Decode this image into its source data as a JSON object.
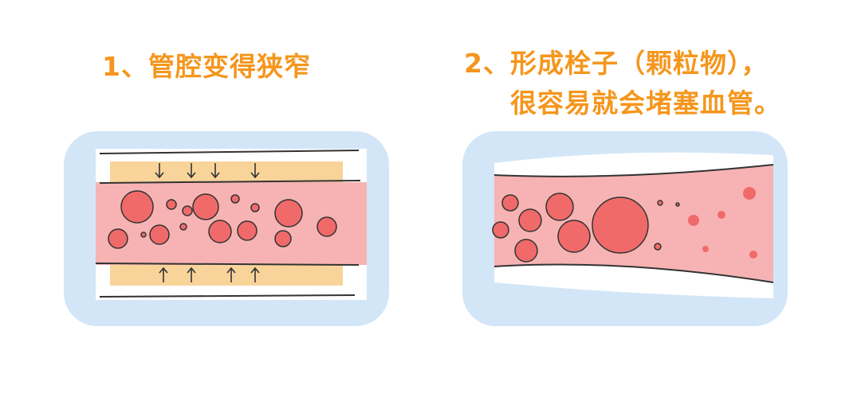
{
  "captions": {
    "step1": "1、管腔变得狭窄",
    "step2_line1": "2、形成栓子（颗粒物），",
    "step2_line2": "很容易就会堵塞血管。"
  },
  "colors": {
    "title": "#f5961d",
    "panel_bg": "#d3e6f8",
    "lumen": "#f7b3b3",
    "cell": "#f06a6a",
    "plaque": "#f8d49a"
  }
}
